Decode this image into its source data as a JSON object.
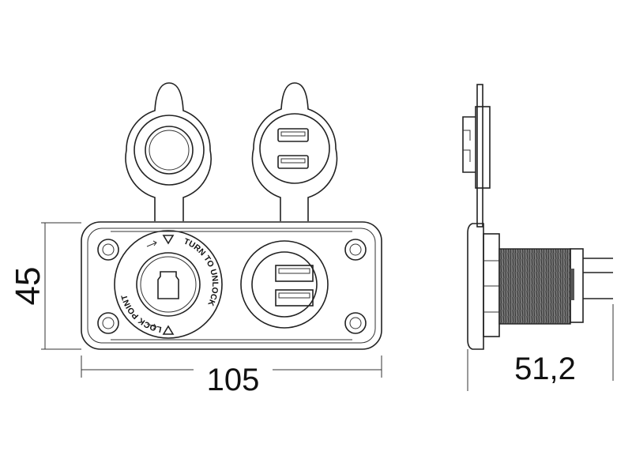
{
  "dimensions": {
    "height": "45",
    "width": "105",
    "depth": "51,2"
  },
  "socket_ring": {
    "left_text": "LOCK POINT",
    "right_text": "TURN TO UNLOCK"
  },
  "colors": {
    "line": "#222222",
    "thread": "#555555",
    "background": "#ffffff"
  }
}
